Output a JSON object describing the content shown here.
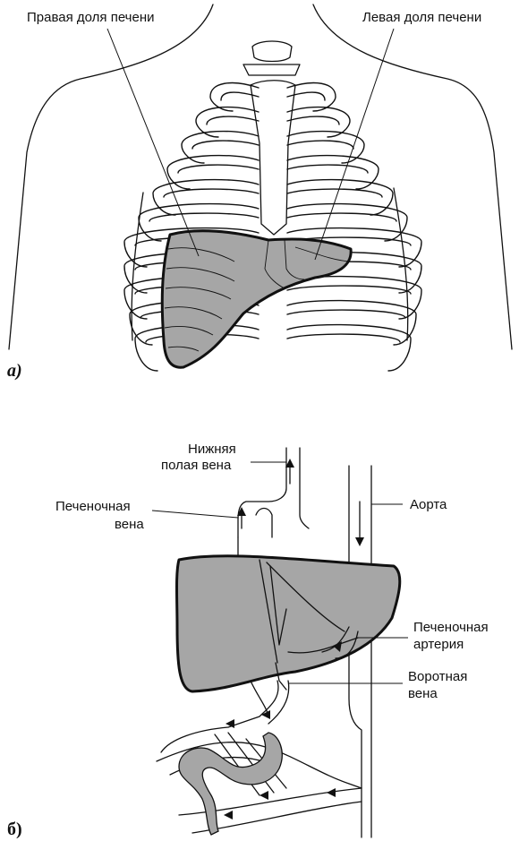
{
  "panel_a": {
    "marker": "а)",
    "labels": {
      "right_lobe": "Правая доля печени",
      "left_lobe": "Левая доля печени"
    }
  },
  "panel_b": {
    "marker": "б)",
    "labels": {
      "ivc_line1": "Нижняя",
      "ivc_line2": "полая вена",
      "hepatic_vein_line1": "Печеночная",
      "hepatic_vein_line2": "вена",
      "aorta": "Аорта",
      "hepatic_artery_line1": "Печеночная",
      "hepatic_artery_line2": "артерия",
      "portal_vein_line1": "Воротная",
      "portal_vein_line2": "вена"
    }
  },
  "colors": {
    "organ_fill": "#a6a6a6",
    "stroke": "#111111"
  }
}
